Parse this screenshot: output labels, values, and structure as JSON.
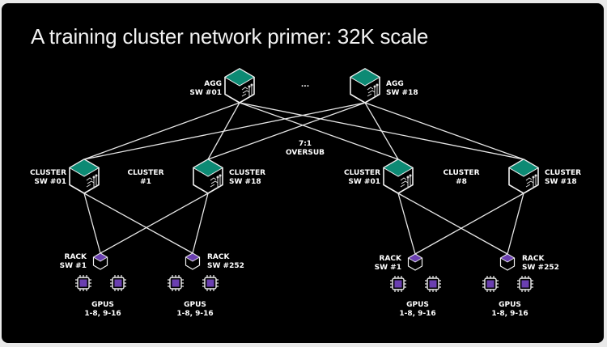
{
  "title": "A training cluster network primer: 32K scale",
  "colors": {
    "background": "#000000",
    "line": "#e6e6e6",
    "switch_top_green": "#0d8a74",
    "rack_top_purple": "#6a3fb0",
    "gpu_purple": "#6a3fb0"
  },
  "agg_switches": [
    {
      "id": "agg1",
      "line1": "AGG",
      "line2": "SW #01"
    },
    {
      "id": "agg18",
      "line1": "AGG",
      "line2": "SW #18"
    }
  ],
  "agg_ellipsis": "...",
  "oversub": {
    "line1": "7:1",
    "line2": "OVERSUB"
  },
  "clusters": [
    {
      "label_line1": "CLUSTER",
      "label_line2": "#1",
      "switches": [
        {
          "id": "c1s1",
          "line1": "CLUSTER",
          "line2": "SW #01"
        },
        {
          "id": "c1s18",
          "line1": "CLUSTER",
          "line2": "SW #18"
        }
      ],
      "racks": [
        {
          "id": "c1r1",
          "line1": "RACK",
          "line2": "SW #1",
          "gpus_line1": "GPUS",
          "gpus_line2": "1-8, 9-16"
        },
        {
          "id": "c1r252",
          "line1": "RACK",
          "line2": "SW #252",
          "gpus_line1": "GPUS",
          "gpus_line2": "1-8, 9-16"
        }
      ]
    },
    {
      "label_line1": "CLUSTER",
      "label_line2": "#8",
      "switches": [
        {
          "id": "c8s1",
          "line1": "CLUSTER",
          "line2": "SW #01"
        },
        {
          "id": "c8s18",
          "line1": "CLUSTER",
          "line2": "SW #18"
        }
      ],
      "racks": [
        {
          "id": "c8r1",
          "line1": "RACK",
          "line2": "SW #1",
          "gpus_line1": "GPUS",
          "gpus_line2": "1-8, 9-16"
        },
        {
          "id": "c8r252",
          "line1": "RACK",
          "line2": "SW #252",
          "gpus_line1": "GPUS",
          "gpus_line2": "1-8, 9-16"
        }
      ]
    }
  ],
  "links": [
    [
      "agg1",
      "c1s1"
    ],
    [
      "agg1",
      "c1s18"
    ],
    [
      "agg1",
      "c8s1"
    ],
    [
      "agg1",
      "c8s18"
    ],
    [
      "agg18",
      "c1s1"
    ],
    [
      "agg18",
      "c1s18"
    ],
    [
      "agg18",
      "c8s1"
    ],
    [
      "agg18",
      "c8s18"
    ],
    [
      "c1s1",
      "c1r1"
    ],
    [
      "c1s1",
      "c1r252"
    ],
    [
      "c1s18",
      "c1r1"
    ],
    [
      "c1s18",
      "c1r252"
    ],
    [
      "c8s1",
      "c8r1"
    ],
    [
      "c8s1",
      "c8r252"
    ],
    [
      "c8s18",
      "c8r1"
    ],
    [
      "c8s18",
      "c8r252"
    ]
  ],
  "icons": {
    "big_switch": "network-switch-icon",
    "rack_switch": "rack-switch-icon",
    "gpu": "gpu-chip-icon"
  }
}
